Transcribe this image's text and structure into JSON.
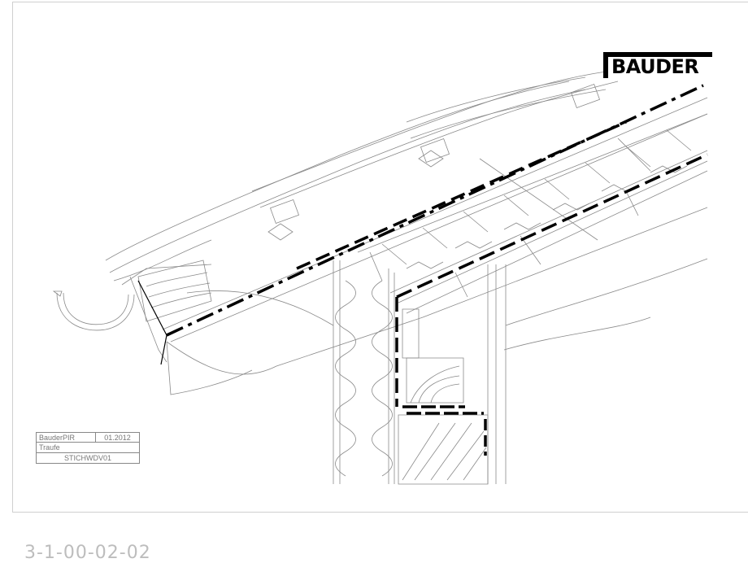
{
  "brand": {
    "name": "BAUDER"
  },
  "title_block": {
    "product": "BauderPIR",
    "date": "01.2012",
    "detail": "Traufe",
    "code": "STICHWDV01"
  },
  "drawing_number": "3-1-00-02-02",
  "colors": {
    "line": "#7a7a7a",
    "heavy": "#000000",
    "frame": "#d0d0d0",
    "docnum": "#bdbdbd"
  }
}
